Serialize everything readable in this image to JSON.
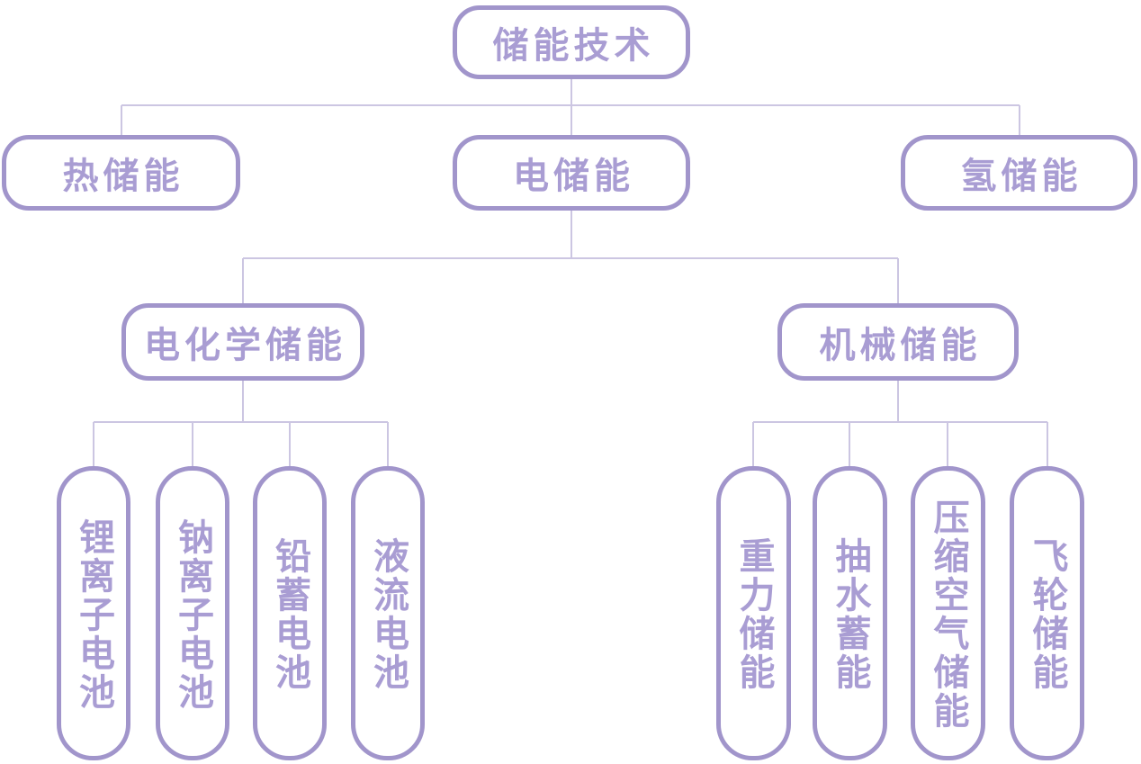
{
  "diagram": {
    "type": "tree",
    "root": {
      "label": "储能技术"
    },
    "branches": [
      {
        "label": "热储能",
        "children": []
      },
      {
        "label": "电储能",
        "children": [
          {
            "label": "电化学储能",
            "children": [
              {
                "label": "锂离子电池"
              },
              {
                "label": "钠离子电池"
              },
              {
                "label": "铅蓄电池"
              },
              {
                "label": "液流电池"
              }
            ]
          },
          {
            "label": "机械储能",
            "children": [
              {
                "label": "重力储能"
              },
              {
                "label": "抽水蓄能"
              },
              {
                "label": "压缩空气储能"
              },
              {
                "label": "飞轮储能"
              }
            ]
          }
        ]
      },
      {
        "label": "氢储能",
        "children": []
      }
    ],
    "colors": {
      "node_border": "#a195cb",
      "node_text": "#a99dd3",
      "connector": "#ccc6e2",
      "bg": "#ffffff"
    }
  }
}
